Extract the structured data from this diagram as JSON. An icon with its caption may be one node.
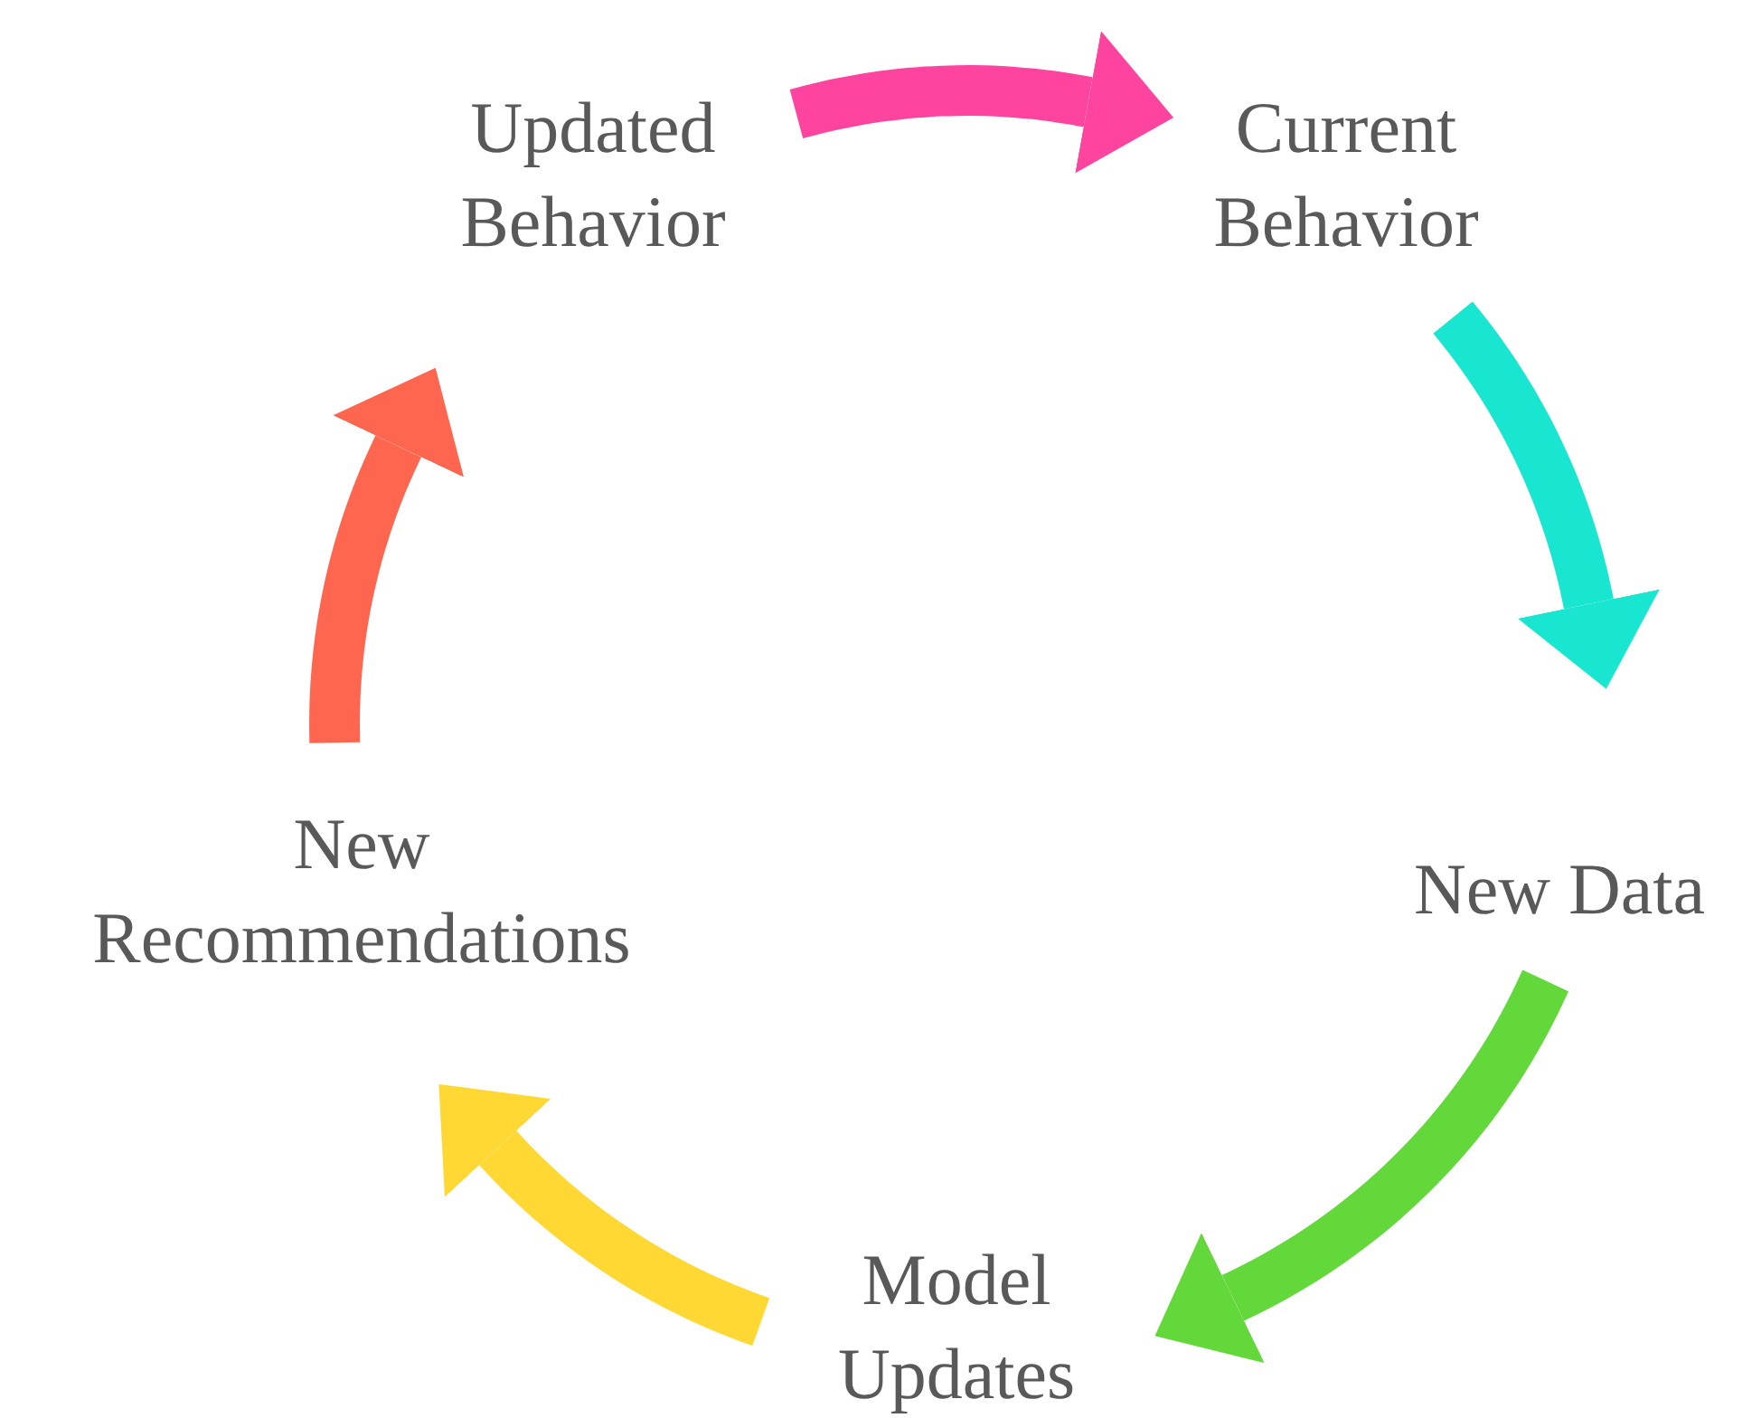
{
  "diagram": {
    "nodes": [
      {
        "text": [
          "Current Behavior"
        ]
      },
      {
        "text": [
          "New Data"
        ]
      },
      {
        "text": [
          "Model Updates"
        ]
      },
      {
        "text": [
          "New Recommendations"
        ]
      },
      {
        "text": [
          "Updated Behavior"
        ]
      }
    ],
    "edges": [
      {
        "from": 4,
        "to": 0,
        "arrow": "to",
        "color": "#ff44a0"
      },
      {
        "from": 0,
        "to": 1,
        "arrow": "to",
        "color": "#19e6d0"
      },
      {
        "from": 1,
        "to": 2,
        "arrow": "to",
        "color": "#62d83a"
      },
      {
        "from": 2,
        "to": 3,
        "arrow": "to",
        "color": "#ffd833"
      },
      {
        "from": 3,
        "to": 4,
        "arrow": "to",
        "color": "#ff6650"
      }
    ]
  }
}
